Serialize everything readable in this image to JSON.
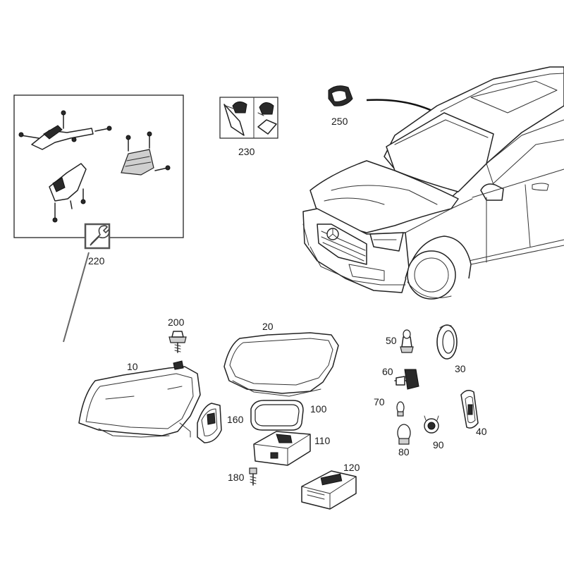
{
  "labels": {
    "p10": "10",
    "p20": "20",
    "p30": "30",
    "p40": "40",
    "p50": "50",
    "p60": "60",
    "p70": "70",
    "p80": "80",
    "p90": "90",
    "p100": "100",
    "p110": "110",
    "p120": "120",
    "p160": "160",
    "p180": "180",
    "p200": "200",
    "p220": "220",
    "p230": "230",
    "p250": "250"
  },
  "icons": {
    "repair_kit": "wrench-icon"
  }
}
